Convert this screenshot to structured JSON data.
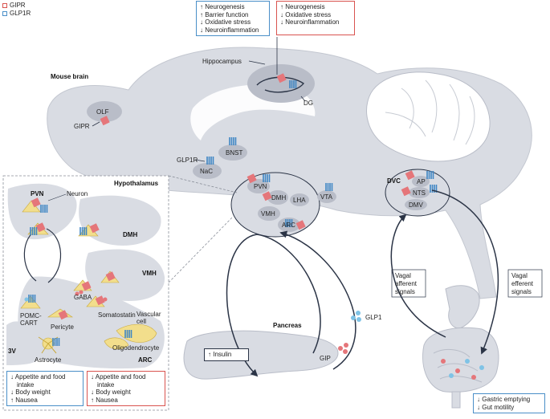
{
  "legend": [
    {
      "label": "GIPR",
      "color": "#d9534f"
    },
    {
      "label": "GLP1R",
      "color": "#4a8fc8"
    }
  ],
  "effects": {
    "hippocampus_glp1r": [
      "↑ Neurogenesis",
      "↑ Barrier function",
      "↓ Oxidative stress",
      "↓ Neuroinflammation"
    ],
    "hippocampus_gipr": [
      "↑ Neurogenesis",
      "↓ Oxidative stress",
      "↓ Neuroinflammation"
    ],
    "hypothalamus_glp1r": [
      "↓ Appetite and food",
      "intake",
      "↓ Body weight",
      "↑ Nausea"
    ],
    "hypothalamus_gipr": [
      "↓ Appetite and food",
      "intake",
      "↓ Body weight",
      "↑ Nausea"
    ],
    "gut": [
      "↓ Gastric emptying",
      "↓ Gut motility"
    ],
    "pancreas": "↑ Insulin"
  },
  "labels": {
    "mouse_brain": "Mouse brain",
    "olf": "OLF",
    "gipr": "GIPR",
    "glp1r": "GLP1R",
    "hippocampus": "Hippocampus",
    "dg": "DG",
    "bnst": "BNST",
    "nac": "NaC",
    "pvn": "PVN",
    "dmh": "DMH",
    "lha": "LHA",
    "vmh": "VMH",
    "arc": "ARC",
    "vta": "VTA",
    "dvc": "DVC",
    "ap": "AP",
    "nts": "NTS",
    "dmv": "DMV",
    "hypothalamus": "Hypothalamus",
    "neuron": "Neuron",
    "v3": "3V",
    "pomc": "POMC-",
    "cart": "CART",
    "gaba": "GABA",
    "pericyte": "Pericyte",
    "somatostatin": "Somatostatin",
    "vascular": "Vascular",
    "cell": "cell",
    "oligodendrocyte": "Oligodendrocyte",
    "astrocyte": "Astrocyte",
    "pancreas": "Pancreas",
    "glp1": "GLP1",
    "gip": "GIP",
    "vagal_afferent": [
      "Vagal",
      "afferent",
      "signals"
    ],
    "vagal_efferent": [
      "Vagal",
      "efferent",
      "signals"
    ]
  },
  "colors": {
    "tissue": "#d9dce3",
    "tissue_dark": "#b9bdc8",
    "gipr": "#e5767a",
    "glp1r": "#3f86c4",
    "arrow": "#2b3446",
    "neuron_fill": "#f2de8c"
  }
}
